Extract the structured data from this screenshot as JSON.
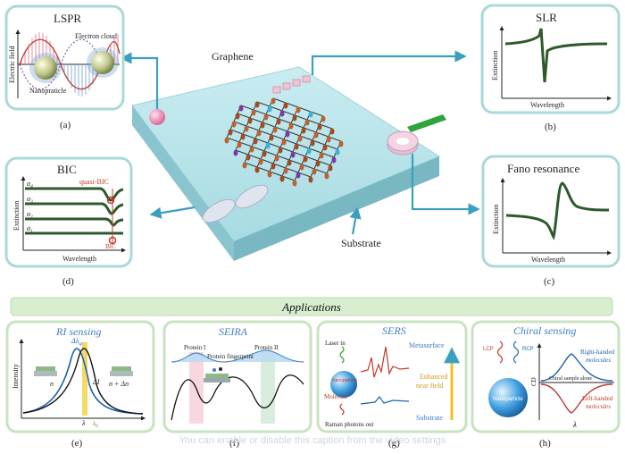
{
  "panels": {
    "a": {
      "title": "LSPR",
      "ylabel": "Electric field",
      "electron_cloud": "Electron cloud",
      "nanoparticle": "Nanopraticle",
      "caption": "(a)"
    },
    "b": {
      "title": "SLR",
      "ylabel": "Extinction",
      "xlabel": "Wavelength",
      "caption": "(b)"
    },
    "c": {
      "title": "Fano resonance",
      "ylabel": "Extinction",
      "xlabel": "Wavelength",
      "caption": "(c)"
    },
    "d": {
      "title": "BIC",
      "ylabel": "Extinction",
      "xlabel": "Wavelength",
      "quasi": "quasi-BIC",
      "bic": "BIC",
      "alphas": [
        "α",
        "α",
        "α",
        "α"
      ],
      "subs": [
        "4",
        "3",
        "2",
        "1"
      ],
      "caption": "(d)"
    }
  },
  "center": {
    "graphene": "Graphene",
    "substrate": "Substrate"
  },
  "applications": {
    "header": "Applications",
    "e": {
      "title": "RI sensing",
      "ylabel": "Intensity",
      "n": "n",
      "n2": "n + Δn",
      "dlam": "Δλ",
      "dlam_sub": "sp",
      "di": "ΔI",
      "lam": "λ",
      "lam0": "λ",
      "lam0_sub": "0",
      "caption": "(e)"
    },
    "f": {
      "title": "SEIRA",
      "protein1": "Protein I",
      "protein2": "Protein II",
      "fingerprint": "Protein fingerprint",
      "caption": "(f)"
    },
    "g": {
      "title": "SERS",
      "laser": "Laser in",
      "metasurface": "Metasurface",
      "nanoparticle": "Nanoparticle",
      "molecule": "Molecule",
      "enhanced1": "Enhanced",
      "enhanced2": "near field",
      "substrate": "Substrate",
      "raman": "Raman photons out",
      "caption": "(g)"
    },
    "h": {
      "title": "Chiral sensing",
      "lcp": "LCP",
      "rcp": "RCP",
      "nanoparticle": "Nanoparticle",
      "right1": "Right-handed",
      "right2": "molecules",
      "chiral_alone": "Chiral sample alone",
      "left1": "Left-handed",
      "left2": "molecules",
      "ylabel": "CD",
      "xlabel": "λ",
      "caption": "(h)"
    }
  },
  "overlay": "You can enable or disable this caption from the video settings"
}
